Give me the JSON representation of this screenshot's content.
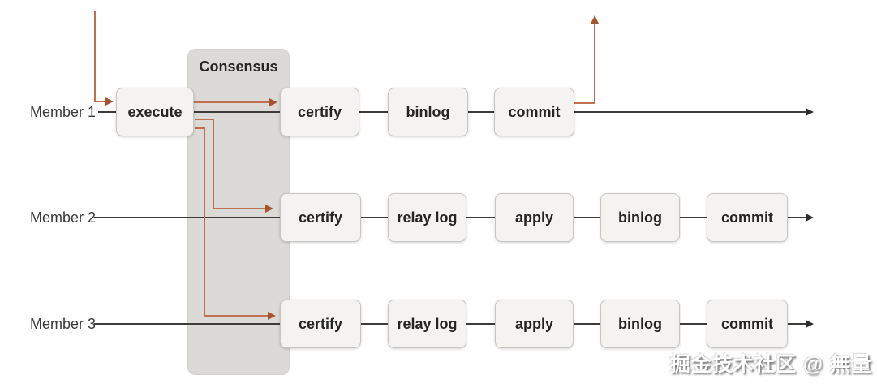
{
  "diagram": {
    "consensus_label": "Consensus",
    "watermark": "掘金技术社区 @ 無量",
    "members": [
      {
        "label": "Member 1",
        "stages": [
          "execute",
          "certify",
          "binlog",
          "commit"
        ]
      },
      {
        "label": "Member 2",
        "stages": [
          "certify",
          "relay log",
          "apply",
          "binlog",
          "commit"
        ]
      },
      {
        "label": "Member 3",
        "stages": [
          "certify",
          "relay log",
          "apply",
          "binlog",
          "commit"
        ]
      }
    ],
    "colors": {
      "arrow_orange": "#c0704e",
      "arrowhead_orange": "#a8532f",
      "line_dark": "#3c3c3a",
      "node_fill": "#f4f3f1",
      "node_border": "#c8c6c2",
      "consensus_fill": "#dcdad6",
      "background": "#ffffff"
    }
  }
}
